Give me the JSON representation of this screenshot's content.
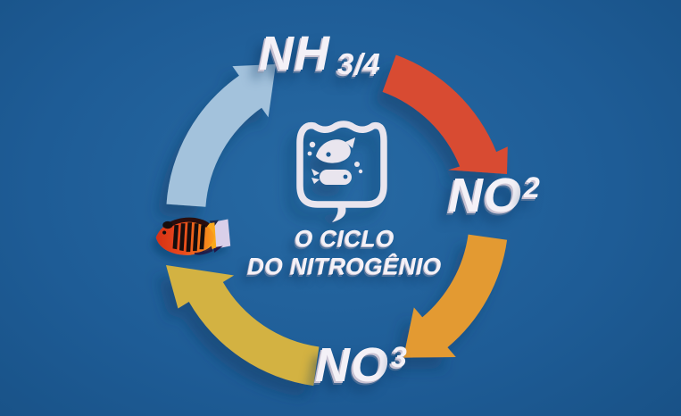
{
  "title": {
    "line1": "O CICLO",
    "line2": "DO NITROGÊNIO"
  },
  "nodes": {
    "ammonia": {
      "label": "NH",
      "suffix": "3/4"
    },
    "nitrite": {
      "label": "NO",
      "sup": "2"
    },
    "nitrate": {
      "label": "NO",
      "sup": "3"
    }
  },
  "icons": {
    "center": "aquarium-tank-doodle-icon",
    "left": "flame-angelfish-image"
  },
  "colors": {
    "background": "#1e5c96",
    "arrow_blue": "#a3c2dc",
    "arrow_red": "#d84b30",
    "arrow_orange": "#e39a33",
    "arrow_yellow": "#d3b243",
    "text_white": "#f4f1f7",
    "icon_white": "#e9e5ee",
    "shadow_blue": "#0d3a66",
    "fish_body_red": "#e8491c",
    "fish_rear_yellow": "#f9a81e",
    "fish_tail_lavender": "#d9cfe9",
    "fish_stripe_black": "#15100c"
  }
}
